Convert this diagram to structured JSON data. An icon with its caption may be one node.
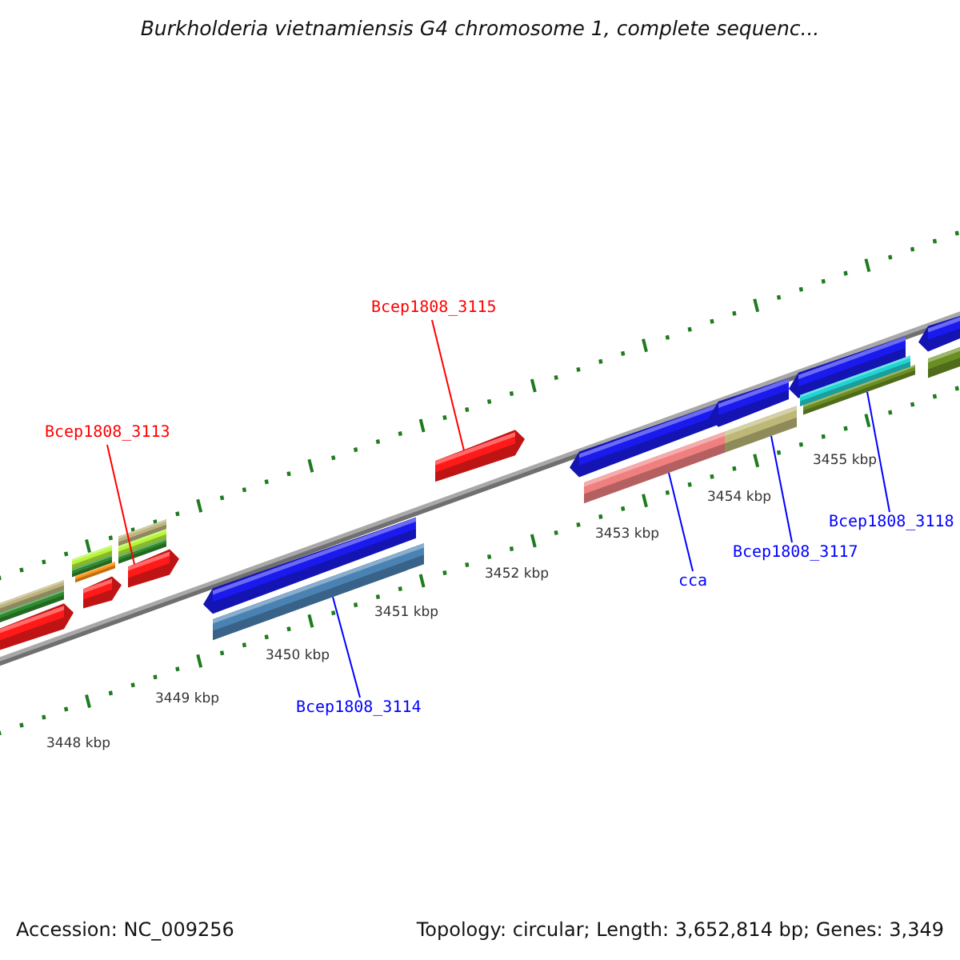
{
  "diagram": {
    "title": "Burkholderia vietnamiensis G4 chromosome 1, complete sequenc...",
    "nodes": [
      {
        "text": [],
        "shape": "bar"
      },
      {
        "text": [],
        "shape": "bar"
      },
      {
        "text": [],
        "shape": "arrow"
      },
      {
        "text": [],
        "shape": "bar"
      },
      {
        "text": [],
        "shape": "bar"
      },
      {
        "text": [],
        "shape": "bar"
      },
      {
        "text": [],
        "shape": "arrow"
      },
      {
        "text": [],
        "shape": "bar"
      },
      {
        "text": [],
        "shape": "bar"
      },
      {
        "text": [],
        "shape": "bar"
      },
      {
        "text": [],
        "shape": "arrow"
      },
      {
        "text": [],
        "shape": "arrow"
      },
      {
        "text": [],
        "shape": "arrow"
      },
      {
        "text": [],
        "shape": "bar"
      },
      {
        "text": [],
        "shape": "arrow"
      },
      {
        "text": [],
        "shape": "bar"
      },
      {
        "text": [],
        "shape": "bar"
      },
      {
        "text": [],
        "shape": "arrow"
      },
      {
        "text": [],
        "shape": "arrow"
      },
      {
        "text": [],
        "shape": "bar"
      },
      {
        "text": [],
        "shape": "bar"
      },
      {
        "text": [],
        "shape": "arrow"
      },
      {
        "text": [],
        "shape": "bar"
      },
      {
        "text": [
          "Bcep1808_3113"
        ]
      },
      {
        "text": [
          "Bcep1808_3115"
        ]
      },
      {
        "text": [
          "Bcep1808_3114"
        ]
      },
      {
        "text": [
          "cca"
        ]
      },
      {
        "text": [
          "Bcep1808_3117"
        ]
      },
      {
        "text": [
          "Bcep1808_3118"
        ]
      }
    ],
    "edges": [
      {
        "from": 23,
        "to": 10,
        "arrow": "none",
        "color": "#ff0000"
      },
      {
        "from": 24,
        "to": 11,
        "arrow": "none",
        "color": "#ff0000"
      },
      {
        "from": 25,
        "to": 13,
        "arrow": "none"
      },
      {
        "from": 26,
        "to": 15,
        "arrow": "none"
      },
      {
        "from": 27,
        "to": 16,
        "arrow": "none"
      },
      {
        "from": 28,
        "to": 20,
        "arrow": "none"
      }
    ],
    "labels": [
      "3448 kbp",
      "3449 kbp",
      "3450 kbp",
      "3451 kbp",
      "3452 kbp",
      "3453 kbp",
      "3454 kbp",
      "3455 kbp",
      "Accession: NC_009256",
      "Topology: circular; Length: 3,652,814 bp; Genes: 3,349"
    ]
  }
}
